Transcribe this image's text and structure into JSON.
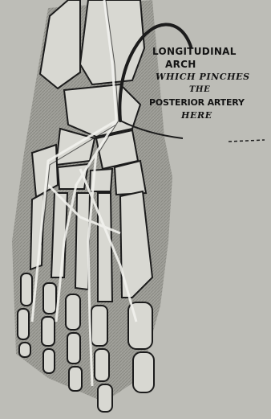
{
  "figure": {
    "annotation": {
      "line1": "LONGITUDINAL",
      "line2": "ARCH",
      "line3": "WHICH PINCHES",
      "line4": "THE",
      "line5": "POSTERIOR ARTERY",
      "line6": "HERE"
    },
    "colors": {
      "paper": "#bdbdb7",
      "shade": "#8a8a85",
      "bone": "#d8d8d2",
      "ink": "#1c1c1c"
    }
  }
}
